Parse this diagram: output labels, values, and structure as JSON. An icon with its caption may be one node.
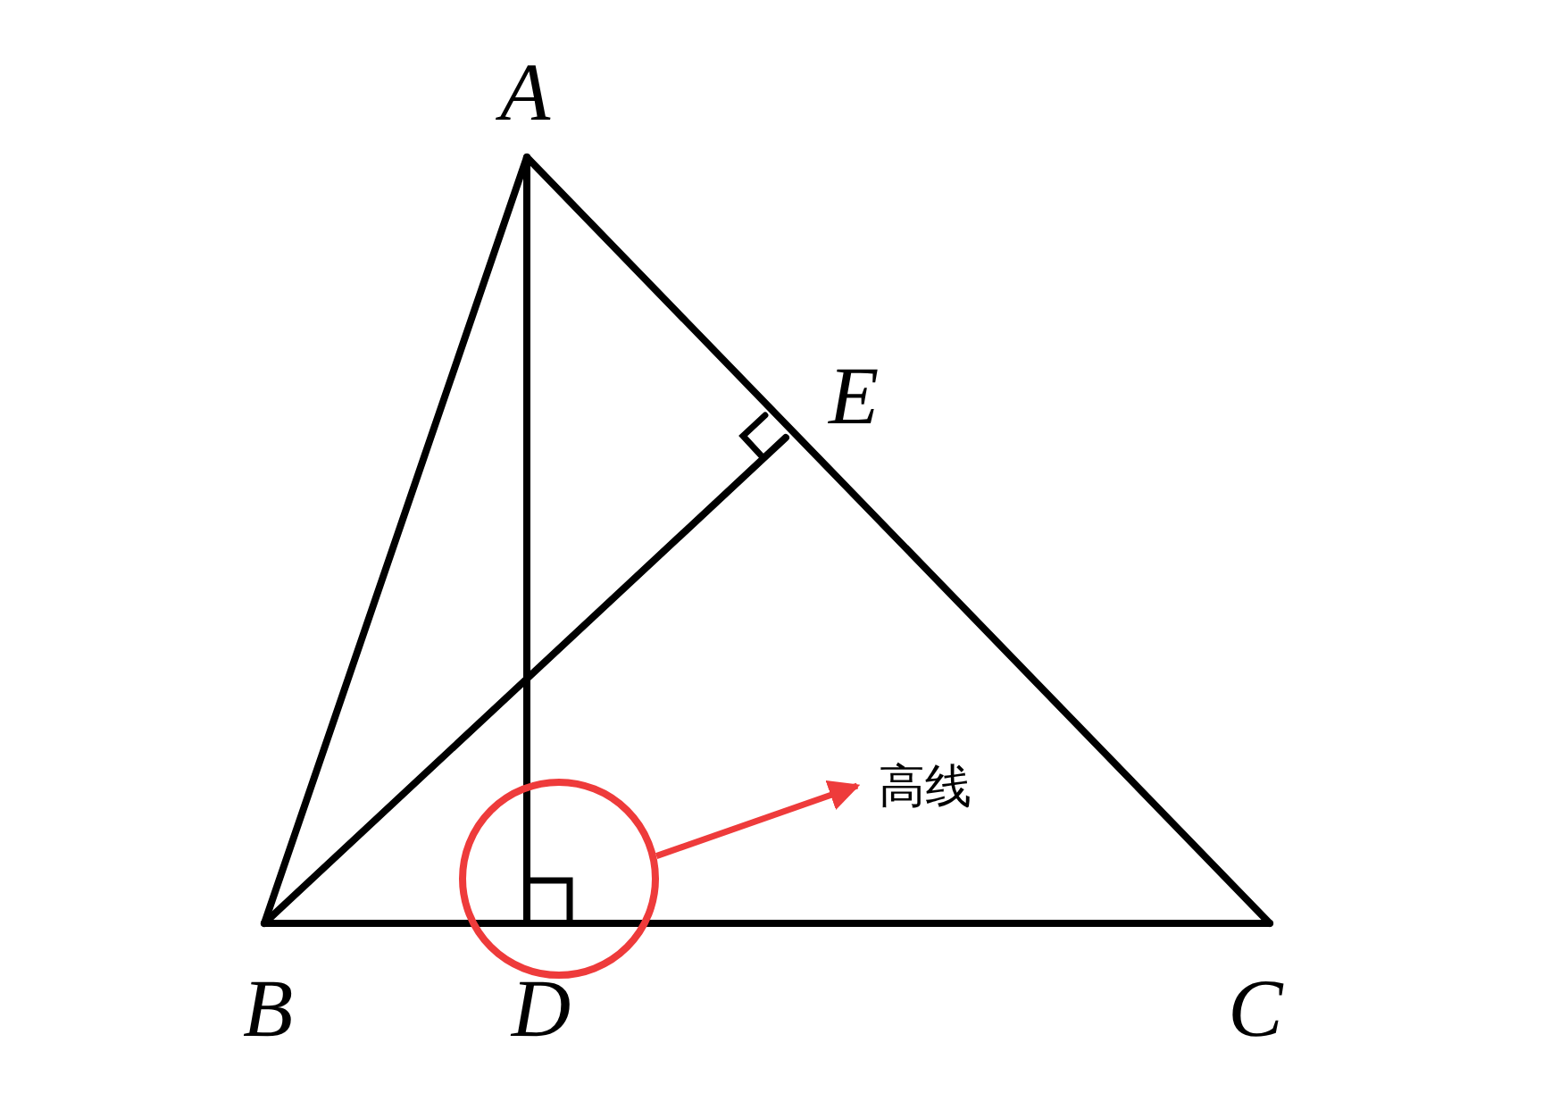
{
  "diagram": {
    "nodes": [
      {
        "text": [],
        "shape": "circle"
      },
      {
        "text": [
          "高线"
        ]
      }
    ],
    "edges": [
      {
        "from": 0,
        "to": 1,
        "arrow": "to",
        "color": "#ee3b3b"
      }
    ],
    "labels": [
      "A",
      "E",
      "B",
      "D",
      "C"
    ]
  }
}
